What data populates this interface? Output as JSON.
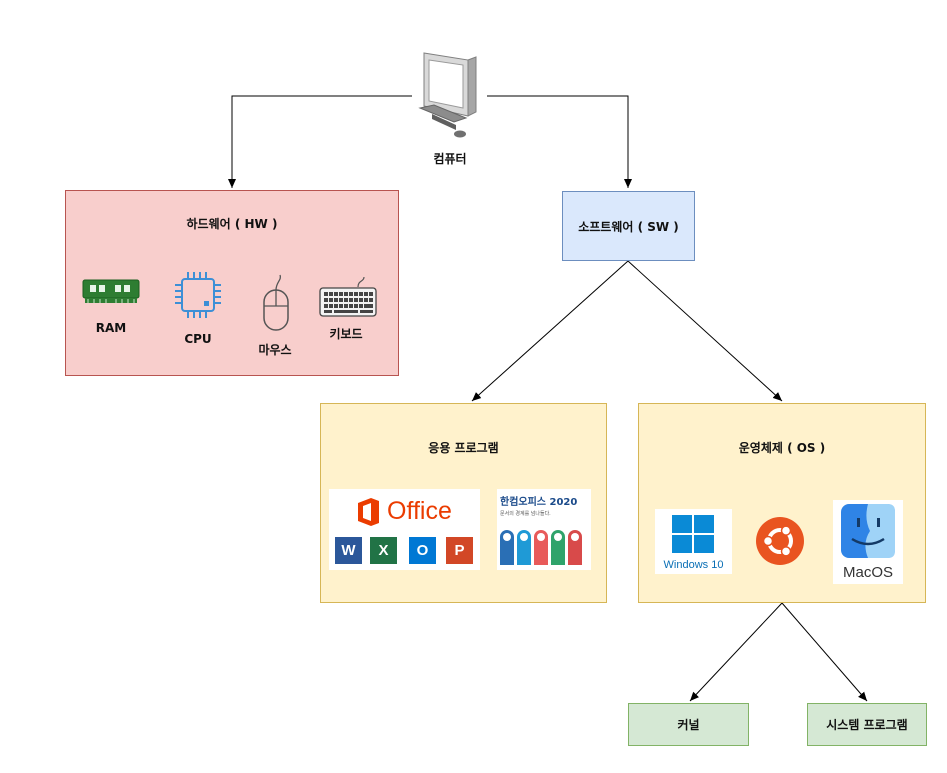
{
  "root": {
    "label": "컴퓨터",
    "icon": "desktop-computer-icon"
  },
  "hardware": {
    "title": "하드웨어 ( HW )",
    "fill": "#f8cecc",
    "stroke": "#b85450",
    "items": [
      {
        "label": "RAM",
        "icon": "ram-icon"
      },
      {
        "label": "CPU",
        "icon": "cpu-icon"
      },
      {
        "label": "마우스",
        "icon": "mouse-icon"
      },
      {
        "label": "키보드",
        "icon": "keyboard-icon"
      }
    ]
  },
  "software": {
    "title": "소프트웨어 ( SW )",
    "fill": "#dae8fc",
    "stroke": "#6c8ebf"
  },
  "applications": {
    "title": "응용 프로그램",
    "fill": "#fff2cc",
    "stroke": "#d6b656",
    "office_label": "Office",
    "hancom_title": "한컴오피스 2020",
    "hancom_tagline": "문서의 경계를 넘나들다."
  },
  "os": {
    "title": "운영체제 ( OS )",
    "fill": "#fff2cc",
    "stroke": "#d6b656",
    "windows_label": "Windows 10",
    "mac_label": "MacOS"
  },
  "kernel": {
    "label": "커널",
    "fill": "#d5e8d4",
    "stroke": "#82b366"
  },
  "system_programs": {
    "label": "시스템 프로그램",
    "fill": "#d5e8d4",
    "stroke": "#82b366"
  }
}
